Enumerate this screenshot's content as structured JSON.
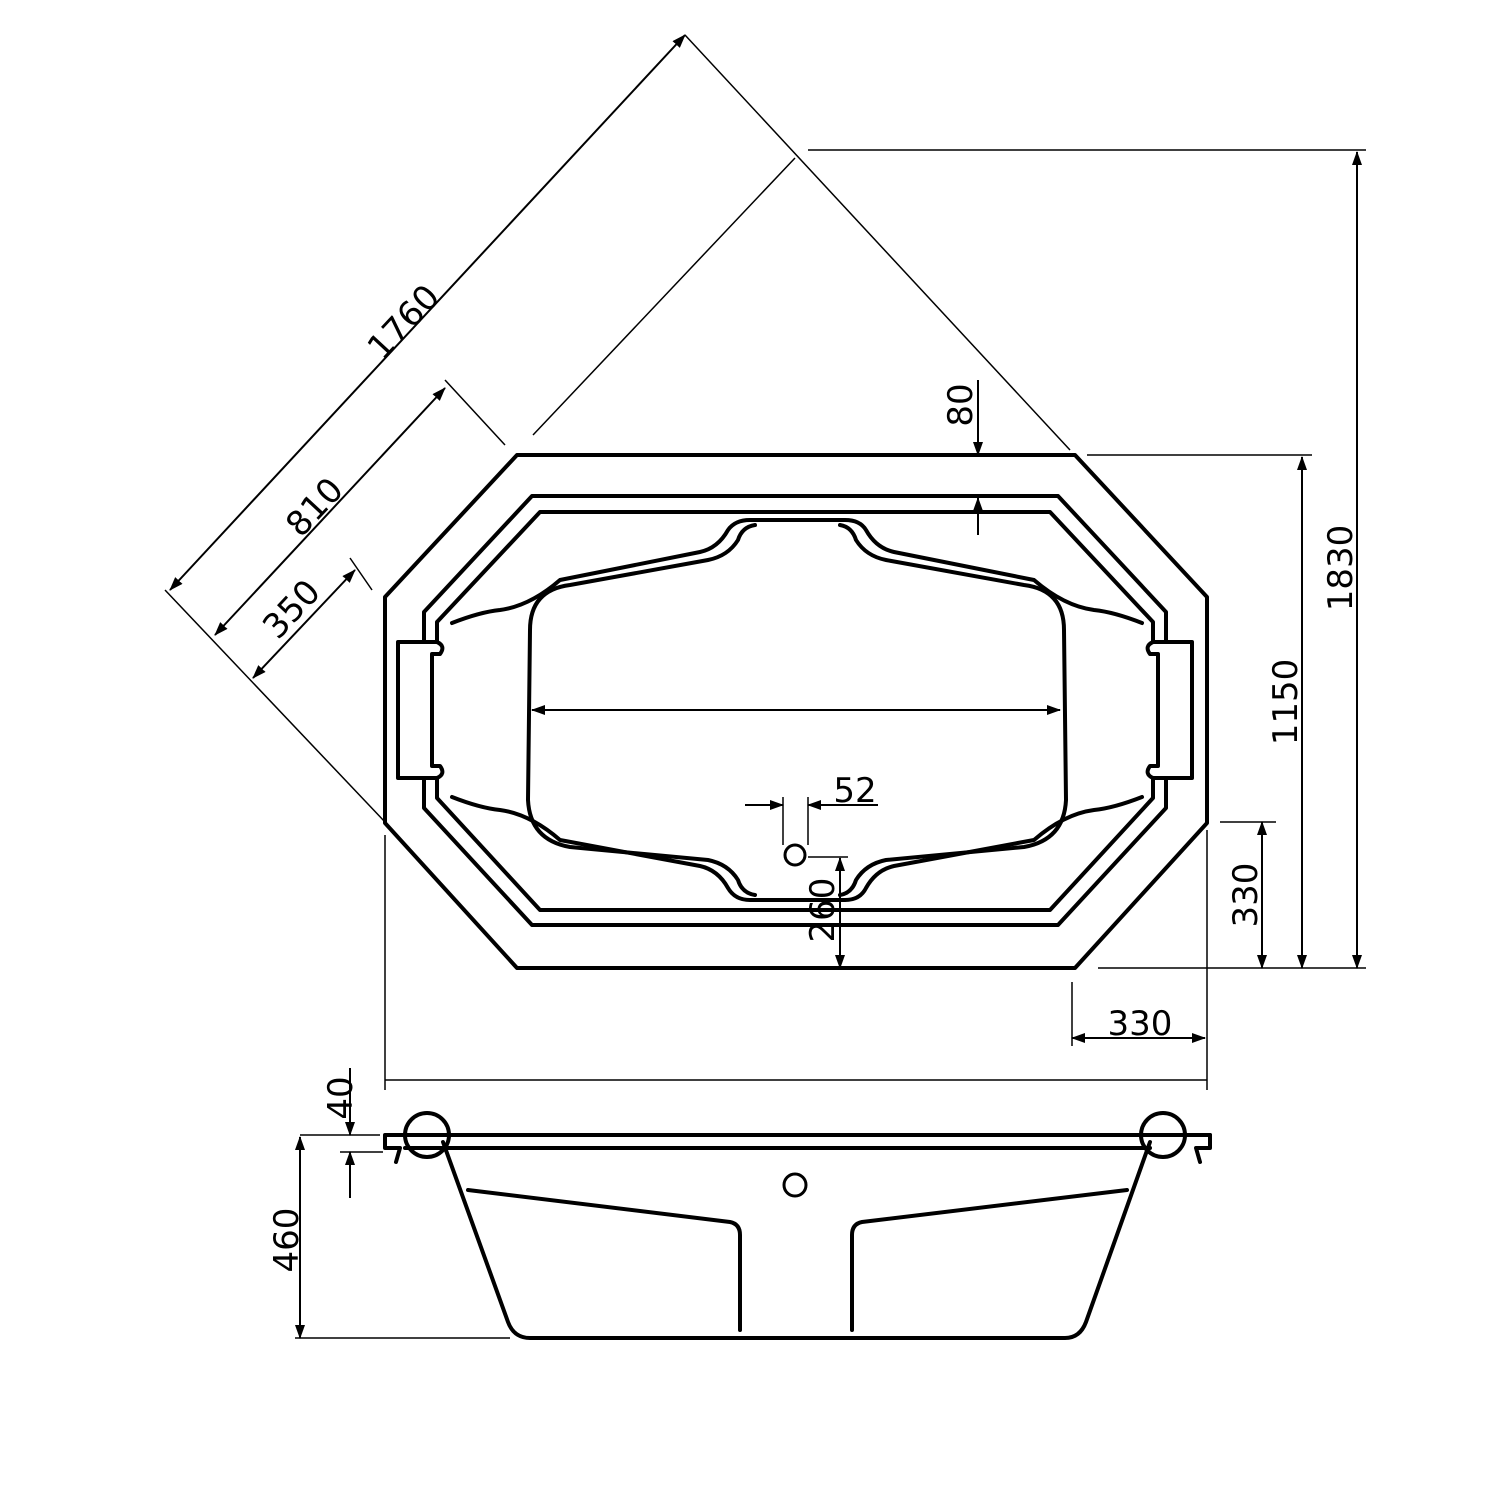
{
  "drawing": {
    "top_view": {
      "dimensions": {
        "diagonal_length": "1760",
        "diagonal_inner": "810",
        "diagonal_short": "350",
        "rim_width": "80",
        "total_depth": "1830",
        "body_depth": "1150",
        "corner_offset_vertical": "330",
        "corner_offset_horizontal": "330",
        "drain_diameter": "52",
        "drain_offset": "260"
      }
    },
    "side_view": {
      "dimensions": {
        "rim_height": "40",
        "total_height": "460"
      }
    }
  }
}
